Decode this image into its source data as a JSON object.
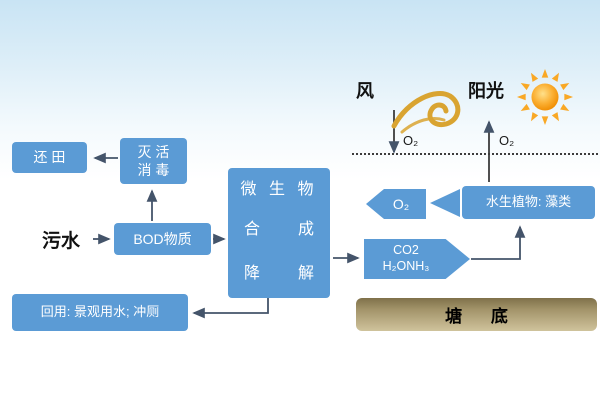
{
  "labels": {
    "wind": "风",
    "sunlight": "阳光",
    "o2_wind": "O₂",
    "o2_sun": "O₂",
    "return_field": "还 田",
    "disinfect_line1": "灭 活",
    "disinfect_line2": "消 毒",
    "sewage": "污水",
    "bod": "BOD物质",
    "microbe_title": "微 生 物",
    "synthesis_left": "合",
    "synthesis_right": "成",
    "degrade_left": "降",
    "degrade_right": "解",
    "reuse": "回用: 景观用水; 冲厕",
    "o2_pentagon": "O₂",
    "aquatic_plants": "水生植物: 藻类",
    "co2_line1": "CO2",
    "co2_line2": "H₂ONH₃",
    "pond_bottom": "塘 底"
  },
  "colors": {
    "box_blue": "#5B9BD5",
    "arrow_gray": "#44546A",
    "sky_blue": "#C9E4F4",
    "pond_tan_dark": "#7F714A",
    "pond_tan_light": "#CFC39C",
    "sun_orange": "#F9A825",
    "wind_gold": "#D9A431"
  }
}
